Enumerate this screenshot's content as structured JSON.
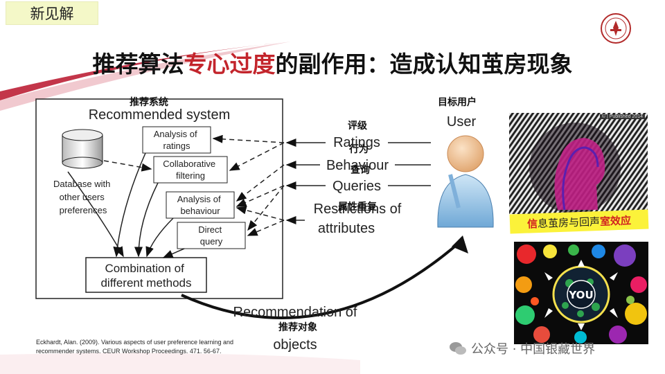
{
  "badge": "新见解",
  "title": {
    "part1": "推荐算法",
    "part2": "专心过度",
    "part3": "的副作用：造成认知茧房现象"
  },
  "diagram": {
    "system_cn": "推荐系统",
    "system_en": "Recommended system",
    "database": [
      "Database with",
      "other users",
      "preferences"
    ],
    "analysis_ratings": [
      "Analysis of",
      "ratings"
    ],
    "collaborative": [
      "Collaborative",
      "filtering"
    ],
    "analysis_behaviour": [
      "Analysis of",
      "behaviour"
    ],
    "direct_query": [
      "Direct",
      "query"
    ],
    "combination": [
      "Combination of",
      "different methods"
    ],
    "user_cn": "目标用户",
    "user_en": "User",
    "ratings_cn": "评级",
    "ratings_en": "Ratings",
    "behaviour_cn": "行为",
    "behaviour_en": "Behaviour",
    "queries_cn": "查询",
    "queries_en": "Queries",
    "restrictions_cn": "属性重复",
    "restrictions_en": "Restrictions of",
    "attributes_en": "attributes",
    "recommendation_en": "Recommendation of",
    "objects_en": "objects",
    "recommendation_cn": "推荐对象"
  },
  "citation": [
    "Eckhardt, Alan. (2009). Various aspects of user preference learning and",
    "recommender systems. CEUR Workshop Proceedings. 471. 56-67."
  ],
  "image1_tag": "© | Published 2014",
  "echo": {
    "first": "信",
    "middle": "息茧房与回声",
    "last": "室效应"
  },
  "you_label": "YOU",
  "watermark": "公众号 · 中国银藏世界",
  "colors": {
    "accent_red": "#c3252c",
    "echo_bg": "#fbf23a"
  }
}
